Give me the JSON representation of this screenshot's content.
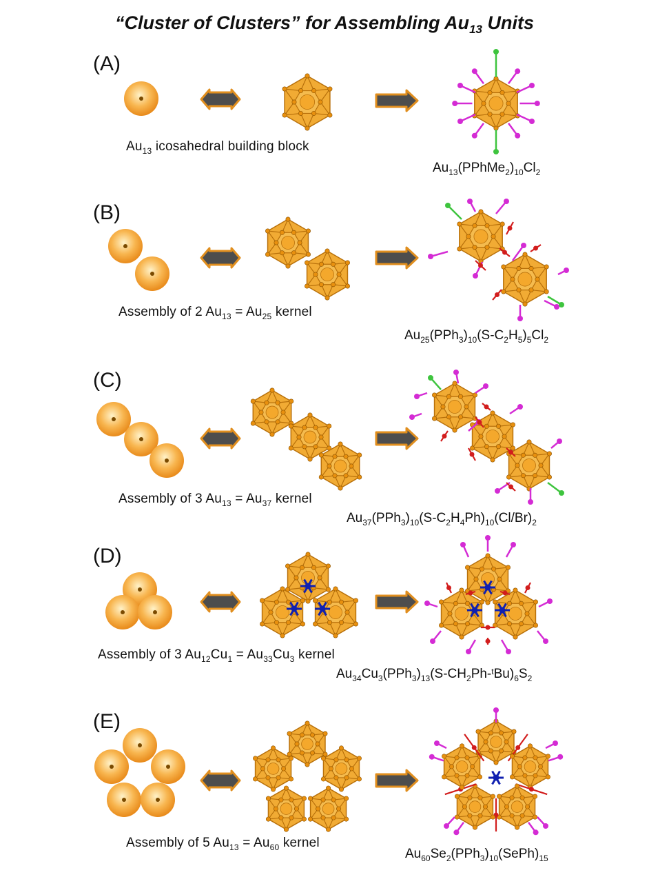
{
  "title": {
    "text": "“Cluster of Clusters” for Assembling Au",
    "sub": "13",
    "tail": " Units"
  },
  "panels": [
    {
      "letter": "(A)",
      "caption": [
        {
          "t": "Au"
        },
        {
          "s": "13"
        },
        {
          "t": " icosahedral building block"
        }
      ],
      "formula": [
        {
          "t": "Au"
        },
        {
          "s": "13"
        },
        {
          "t": "(PPhMe"
        },
        {
          "s": "2"
        },
        {
          "t": ")"
        },
        {
          "s": "10"
        },
        {
          "t": "Cl"
        },
        {
          "s": "2"
        }
      ]
    },
    {
      "letter": "(B)",
      "caption": [
        {
          "t": "Assembly of 2 Au"
        },
        {
          "s": "13"
        },
        {
          "t": " = Au"
        },
        {
          "s": "25"
        },
        {
          "t": " kernel"
        }
      ],
      "formula": [
        {
          "t": "Au"
        },
        {
          "s": "25"
        },
        {
          "t": "(PPh"
        },
        {
          "s": "3"
        },
        {
          "t": ")"
        },
        {
          "s": "10"
        },
        {
          "t": "(S-C"
        },
        {
          "s": "2"
        },
        {
          "t": "H"
        },
        {
          "s": "5"
        },
        {
          "t": ")"
        },
        {
          "s": "5"
        },
        {
          "t": "Cl"
        },
        {
          "s": "2"
        }
      ]
    },
    {
      "letter": "(C)",
      "caption": [
        {
          "t": "Assembly of 3 Au"
        },
        {
          "s": "13"
        },
        {
          "t": " = Au"
        },
        {
          "s": "37"
        },
        {
          "t": " kernel"
        }
      ],
      "formula": [
        {
          "t": "Au"
        },
        {
          "s": "37"
        },
        {
          "t": "(PPh"
        },
        {
          "s": "3"
        },
        {
          "t": ")"
        },
        {
          "s": "10"
        },
        {
          "t": "(S-C"
        },
        {
          "s": "2"
        },
        {
          "t": "H"
        },
        {
          "s": "4"
        },
        {
          "t": "Ph)"
        },
        {
          "s": "10"
        },
        {
          "t": "(Cl/Br)"
        },
        {
          "s": "2"
        }
      ]
    },
    {
      "letter": "(D)",
      "caption": [
        {
          "t": "Assembly of 3 Au"
        },
        {
          "s": "12"
        },
        {
          "t": "Cu"
        },
        {
          "s": "1"
        },
        {
          "t": " = Au"
        },
        {
          "s": "33"
        },
        {
          "t": "Cu"
        },
        {
          "s": "3"
        },
        {
          "t": " kernel"
        }
      ],
      "formula": [
        {
          "t": "Au"
        },
        {
          "s": "34"
        },
        {
          "t": "Cu"
        },
        {
          "s": "3"
        },
        {
          "t": "(PPh"
        },
        {
          "s": "3"
        },
        {
          "t": ")"
        },
        {
          "s": "13"
        },
        {
          "t": "(S-CH"
        },
        {
          "s": "2"
        },
        {
          "t": "Ph-"
        },
        {
          "p": "t"
        },
        {
          "t": "Bu)"
        },
        {
          "s": "6"
        },
        {
          "t": "S"
        },
        {
          "s": "2"
        }
      ]
    },
    {
      "letter": "(E)",
      "caption": [
        {
          "t": "Assembly of 5 Au"
        },
        {
          "s": "13"
        },
        {
          "t": " = Au"
        },
        {
          "s": "60"
        },
        {
          "t": " kernel"
        }
      ],
      "formula": [
        {
          "t": "Au"
        },
        {
          "s": "60"
        },
        {
          "t": "Se"
        },
        {
          "s": "2"
        },
        {
          "t": "(PPh"
        },
        {
          "s": "3"
        },
        {
          "t": ")"
        },
        {
          "s": "10"
        },
        {
          "t": "(SePh)"
        },
        {
          "s": "15"
        }
      ]
    }
  ],
  "colors": {
    "gold": "#f0a21e",
    "gold_dark": "#b8700a",
    "sphere_core": "#7a4a00",
    "arrow_fill": "#4d4d4d",
    "arrow_edge": "#e08e1e",
    "ligand_p": "#d42bd4",
    "ligand_cl": "#3ec43e",
    "sulfur": "#d21d1d",
    "copper": "#1020b0"
  }
}
